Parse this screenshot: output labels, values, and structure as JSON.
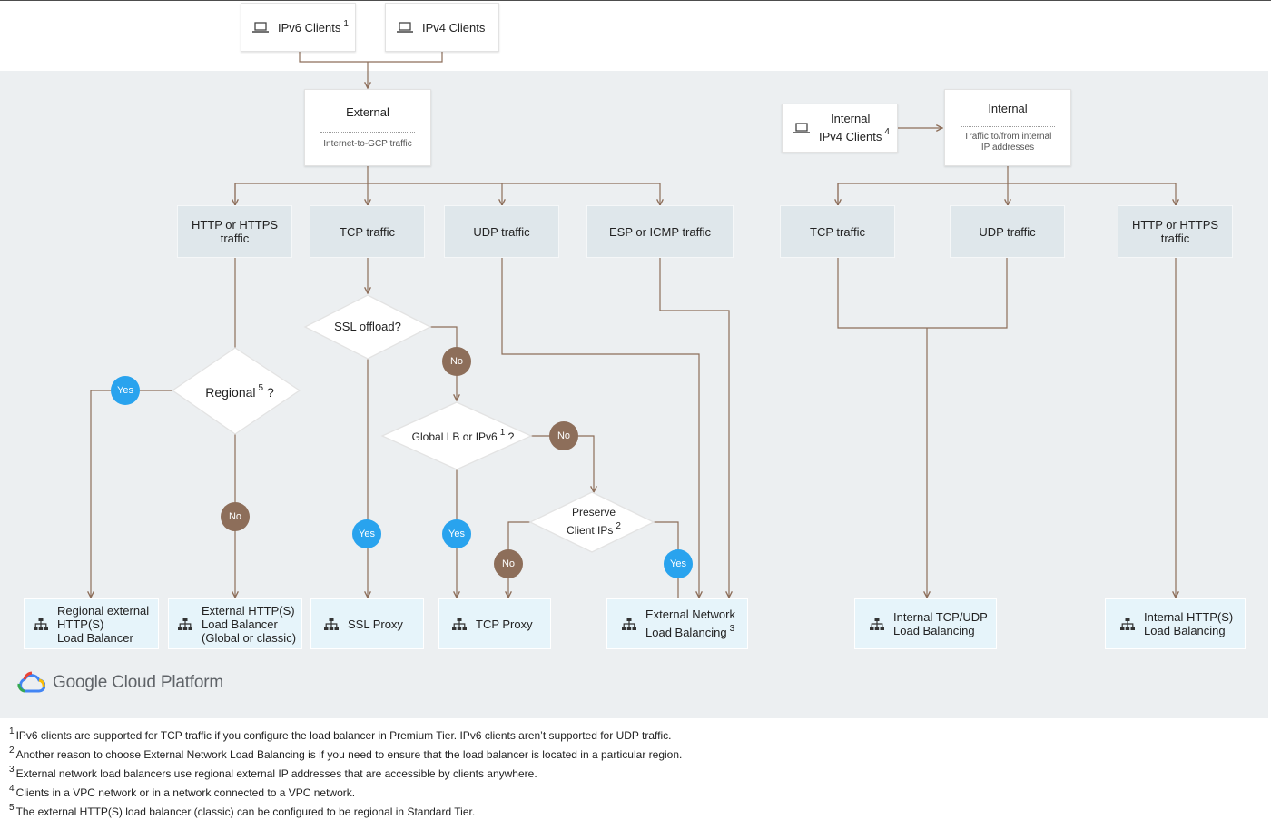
{
  "clients": {
    "ipv6": {
      "label": "IPv6 Clients",
      "sup": "1"
    },
    "ipv4": {
      "label": "IPv4 Clients"
    },
    "internal_ipv4": {
      "line1": "Internal",
      "line2": "IPv4 Clients",
      "sup": "4"
    }
  },
  "external": {
    "title": "External",
    "subtitle": "Internet-to-GCP traffic"
  },
  "internal": {
    "title": "Internal",
    "subtitle_line1": "Traffic to/from internal",
    "subtitle_line2": "IP addresses"
  },
  "categories": {
    "ext_http": {
      "line1": "HTTP or HTTPS",
      "line2": "traffic"
    },
    "ext_tcp": "TCP traffic",
    "ext_udp": "UDP traffic",
    "ext_esp": "ESP or ICMP traffic",
    "int_tcp": "TCP traffic",
    "int_udp": "UDP traffic",
    "int_http": {
      "line1": "HTTP or HTTPS",
      "line2": "traffic"
    }
  },
  "decisions": {
    "regional": {
      "label": "Regional",
      "sup": "5",
      "suffix": "?"
    },
    "ssl_offload": {
      "label": "SSL offload?"
    },
    "global_lb": {
      "label": "Global LB or IPv6",
      "sup": "1",
      "suffix": "?"
    },
    "preserve": {
      "line1": "Preserve",
      "line2": "Client IPs",
      "sup": "2"
    }
  },
  "badges": {
    "yes": "Yes",
    "no": "No"
  },
  "results": {
    "regional_http": {
      "line1": "Regional external",
      "line2": "HTTP(S)",
      "line3": "Load Balancer"
    },
    "external_http": {
      "line1": "External HTTP(S)",
      "line2": "Load Balancer",
      "line3": "(Global or classic)"
    },
    "ssl_proxy": "SSL Proxy",
    "tcp_proxy": "TCP Proxy",
    "ext_network": {
      "line1": "External Network",
      "line2": "Load Balancing",
      "sup": "3"
    },
    "int_tcp_udp": {
      "line1": "Internal TCP/UDP",
      "line2": "Load Balancing"
    },
    "int_http": {
      "line1": "Internal HTTP(S)",
      "line2": "Load Balancing"
    }
  },
  "logo": {
    "text": "Google Cloud Platform"
  },
  "footnotes": [
    {
      "num": "1",
      "text": "IPv6 clients are supported for TCP traffic if you configure the load balancer in Premium Tier. IPv6 clients aren’t supported for UDP traffic."
    },
    {
      "num": "2",
      "text": "Another reason to choose External Network Load Balancing is if you need to ensure that the load balancer is located in a particular region."
    },
    {
      "num": "3",
      "text": "External network load balancers use regional external IP addresses that are accessible by clients anywhere."
    },
    {
      "num": "4",
      "text": "Clients in a VPC network or in a network connected to a VPC network."
    },
    {
      "num": "5",
      "text": "The external HTTP(S) load balancer (classic) can be configured to be regional in Standard Tier."
    }
  ],
  "colors": {
    "wire": "#8d6e5a",
    "yes": "#29a3ee",
    "no": "#8d6e5a",
    "panel": "#eceff1"
  }
}
